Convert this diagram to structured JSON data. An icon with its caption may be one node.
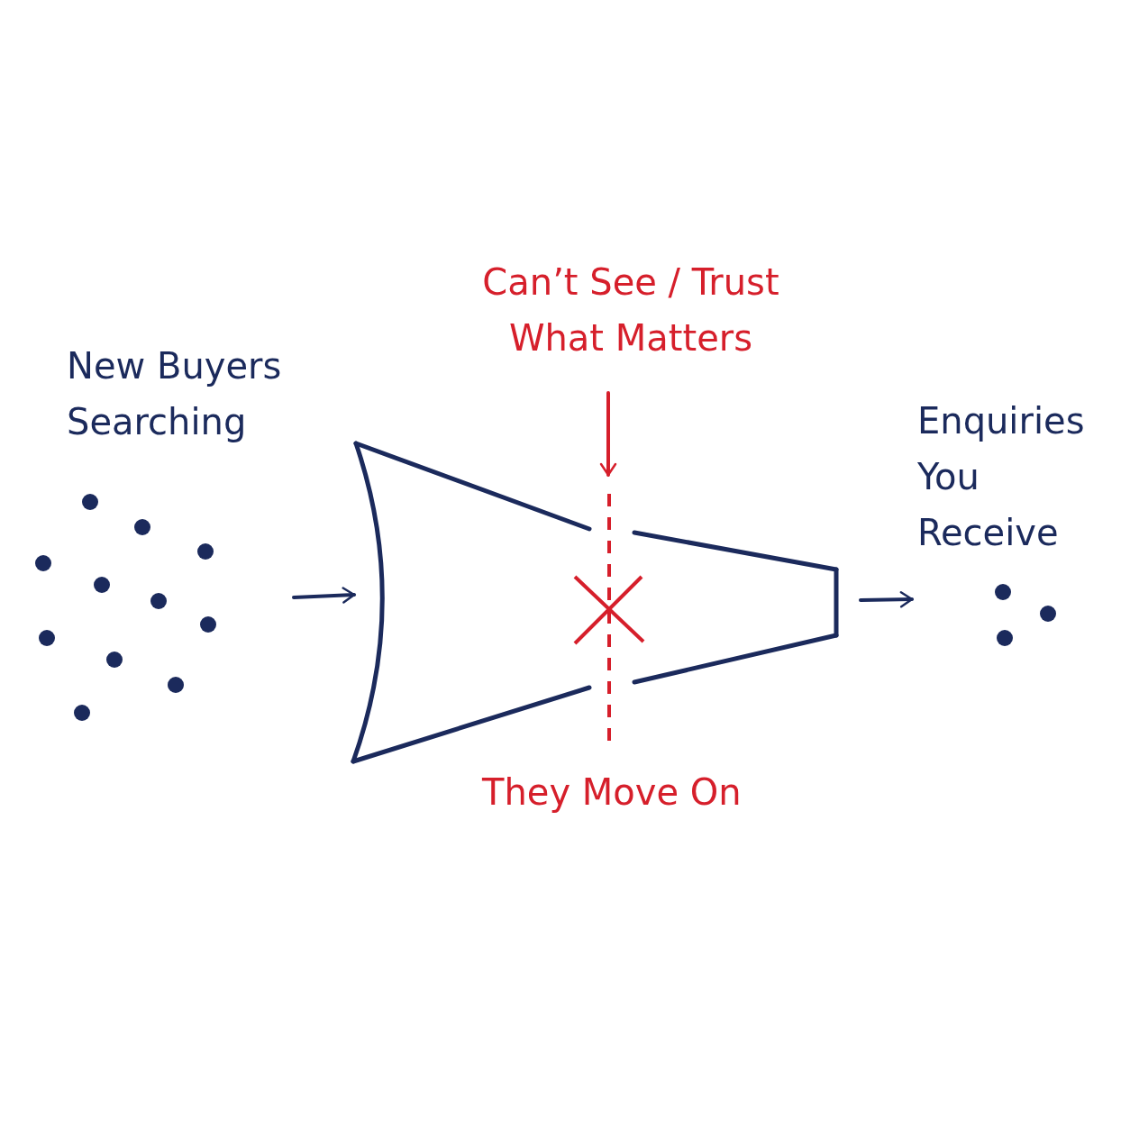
{
  "diagram": {
    "nodes": [
      {
        "text": [
          "New Buyers Searching"
        ]
      },
      {
        "text": [],
        "shape": "funnel"
      },
      {
        "text": [
          "Enquiries You Receive"
        ]
      },
      {
        "text": [
          "Can’t See / Trust What Matters"
        ]
      }
    ],
    "edges": [
      {
        "from": 0,
        "to": 1,
        "arrow": "to"
      },
      {
        "from": 1,
        "to": 2,
        "arrow": "to"
      },
      {
        "from": 3,
        "to": 1,
        "arrow": "to",
        "color": "#d61f2b"
      }
    ],
    "labels": [
      "They Move On"
    ]
  }
}
